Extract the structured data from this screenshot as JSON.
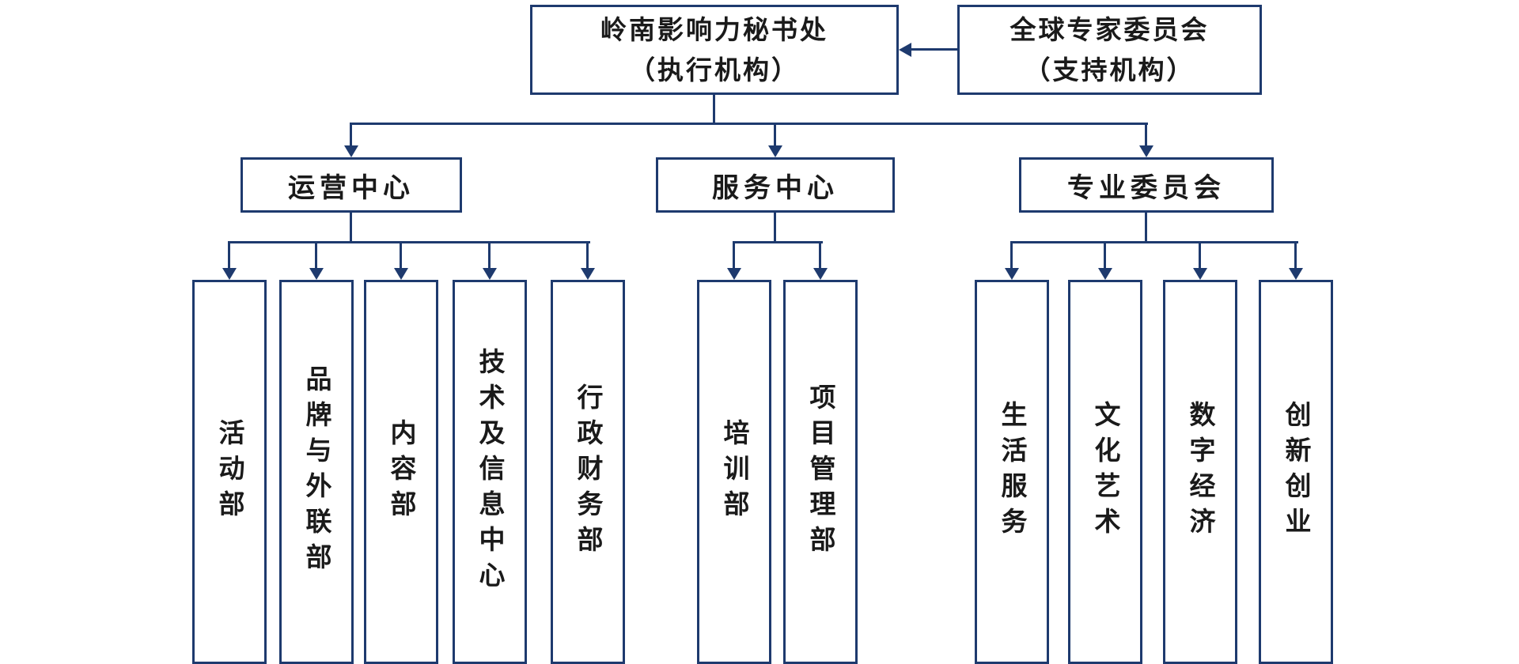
{
  "colors": {
    "line": "#1e3a6e",
    "text": "#1a1a1a",
    "bg": "#ffffff"
  },
  "top": {
    "secretariat": {
      "line1": "岭南影响力秘书处",
      "line2": "（执行机构）"
    },
    "committee": {
      "line1": "全球专家委员会",
      "line2": "（支持机构）"
    }
  },
  "centers": [
    {
      "label": "运营中心"
    },
    {
      "label": "服务中心"
    },
    {
      "label": "专业委员会"
    }
  ],
  "departments": {
    "operations": [
      "活动部",
      "品牌与外联部",
      "内容部",
      "技术及信息中心",
      "行政财务部"
    ],
    "service": [
      "培训部",
      "项目管理部"
    ],
    "committee": [
      "生活服务",
      "文化艺术",
      "数字经济",
      "创新创业"
    ]
  }
}
